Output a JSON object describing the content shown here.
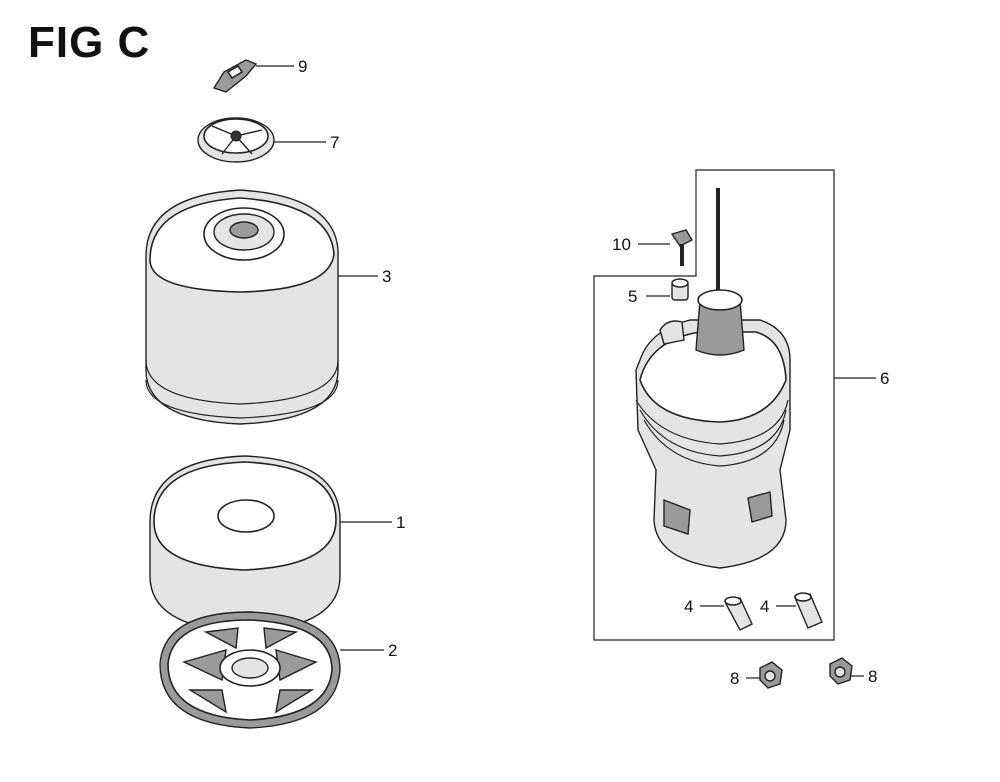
{
  "figure_title": "FIG C",
  "callouts": {
    "p9": "9",
    "p7": "7",
    "p3": "3",
    "p1": "1",
    "p2": "2",
    "p10": "10",
    "p5": "5",
    "p6": "6",
    "p4a": "4",
    "p4b": "4",
    "p8a": "8",
    "p8b": "8"
  }
}
